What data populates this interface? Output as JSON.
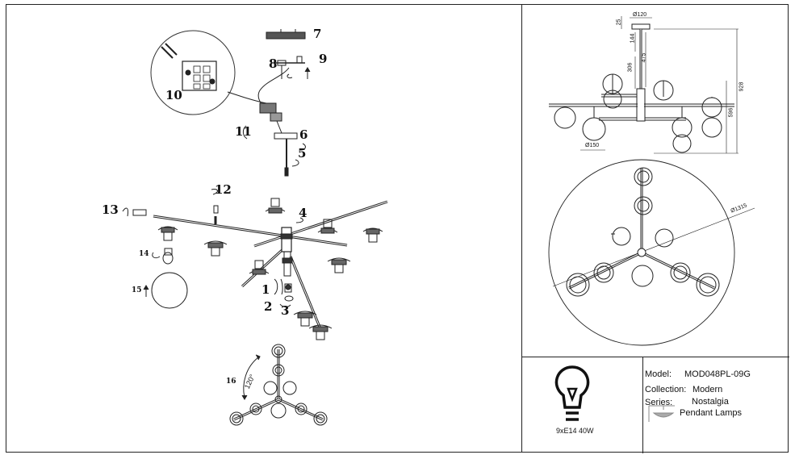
{
  "info": {
    "model_label": "Model:",
    "model_value": "MOD048PL-09G",
    "collection_label": "Collection:",
    "collection_value": "Modern",
    "series_label": "Series:",
    "series_value": "Nostalgia",
    "category_value": "Pendant Lamps",
    "bulb_spec": "9xE14 40W"
  },
  "callouts": [
    "1",
    "2",
    "3",
    "4",
    "5",
    "6",
    "7",
    "8",
    "9",
    "10",
    "11",
    "12",
    "13",
    "14",
    "15",
    "16"
  ],
  "rotation_label": "120°",
  "dimensions": {
    "canopy_diameter": "Ø120",
    "canopy_height": "25",
    "rod_top": "144",
    "rod_mid": "475",
    "rod_low": "306",
    "total_height": "928",
    "body_height": "596",
    "globe_diameter": "Ø150",
    "span_diameter": "Ø1315"
  },
  "icons": [
    "bulb-icon",
    "pendant-lamp-icon"
  ]
}
